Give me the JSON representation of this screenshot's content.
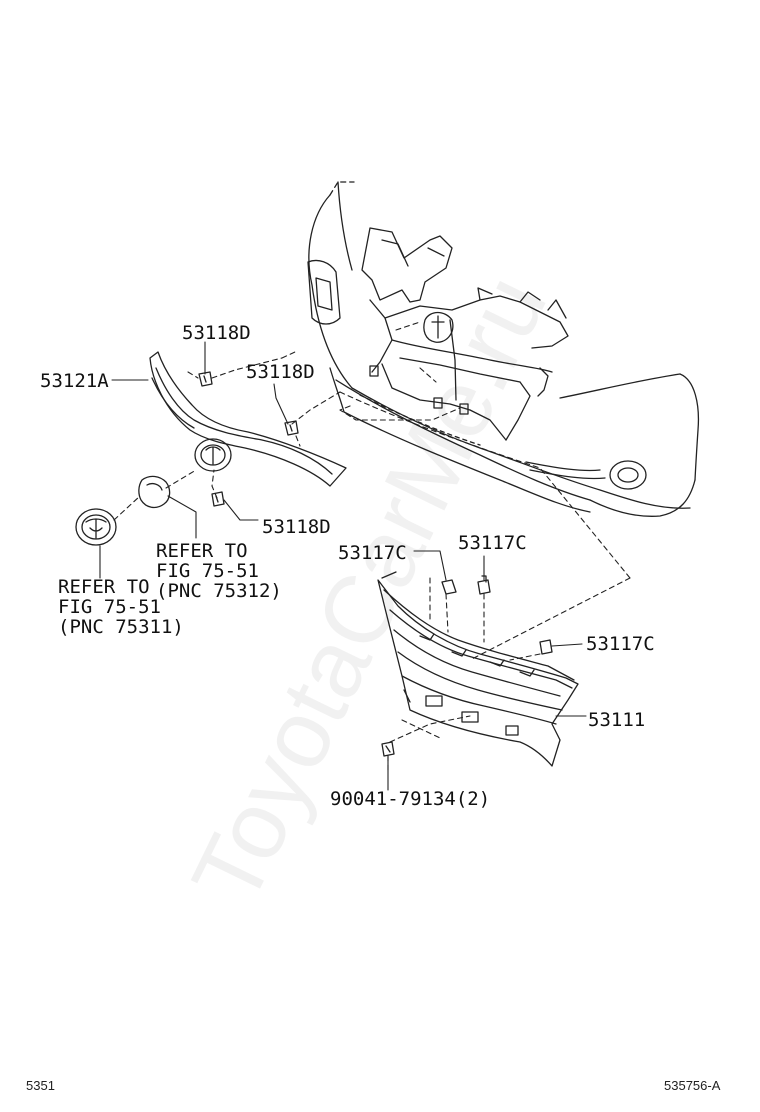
{
  "watermark": "ToyotaCarMe.ru",
  "callouts": {
    "c53121a": "53121A",
    "c53118d_top": "53118D",
    "c53118d_mid": "53118D",
    "c53118d_low": "53118D",
    "c53117c_left": "53117C",
    "c53117c_right": "53117C",
    "c53117c_side": "53117C",
    "c53111": "53111",
    "c90041": "90041-79134(2)"
  },
  "refer_notes": {
    "ref_75312": [
      "REFER TO",
      "FIG 75-51",
      "(PNC 75312)"
    ],
    "ref_75311": [
      "REFER TO",
      "FIG 75-51",
      "(PNC 75311)"
    ]
  },
  "footer": {
    "left_code": "5351",
    "right_code": "535756-A"
  }
}
